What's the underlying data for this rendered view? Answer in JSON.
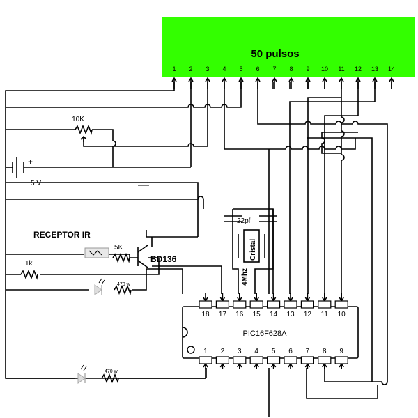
{
  "lcd": {
    "title": "50 pulsos",
    "color": "#33ff00",
    "pins": [
      "1",
      "2",
      "3",
      "4",
      "5",
      "6",
      "7",
      "8",
      "9",
      "10",
      "11",
      "12",
      "13",
      "14"
    ]
  },
  "chip": {
    "label": "PIC16F628A",
    "top_pins": [
      "18",
      "17",
      "16",
      "15",
      "14",
      "13",
      "12",
      "11",
      "10"
    ],
    "bottom_pins": [
      "1",
      "2",
      "3",
      "4",
      "5",
      "6",
      "7",
      "8",
      "9"
    ]
  },
  "components": {
    "pot_label": "10K",
    "battery_plus": "+",
    "battery_voltage": "5 V",
    "receptor_label": "RECEPTOR IR",
    "r5k_label": "5K",
    "transistor_label": "BD136",
    "r1k_label": "1k",
    "r470_top_label": "470 w",
    "r470_bottom_label": "470 w",
    "cap_label": "22pf",
    "crystal_label": "Cristal",
    "crystal_freq": "4Mhz"
  }
}
